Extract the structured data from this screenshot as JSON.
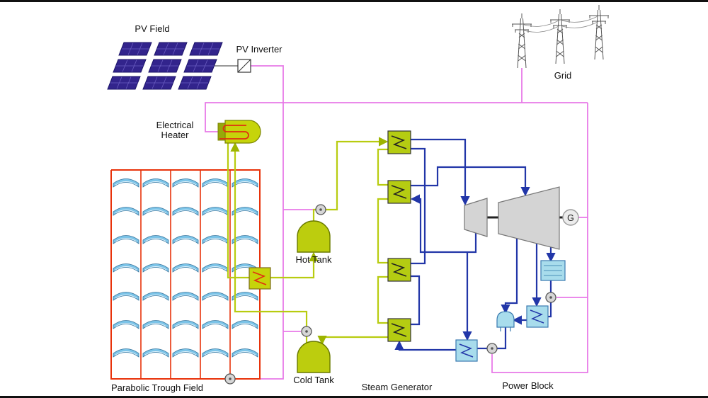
{
  "labels": {
    "pv_field": "PV Field",
    "pv_inverter": "PV Inverter",
    "grid": "Grid",
    "electrical_heater": "Electrical Heater",
    "hot_tank": "Hot Tank",
    "cold_tank": "Cold Tank",
    "parabolic_trough_field": "Parabolic Trough Field",
    "steam_generator": "Steam Generator",
    "power_block": "Power Block",
    "generator": "G"
  },
  "colors": {
    "electric_line": "#e87ae8",
    "molten_salt_line": "#b8cc10",
    "htf_line": "#e8320a",
    "steam_water_line": "#2236a8",
    "component_yellow": "#bccd0e",
    "water_component_blue": "#a8dcec",
    "pv_panel": "#32248c",
    "collector_blue": "#7cc4e8"
  }
}
